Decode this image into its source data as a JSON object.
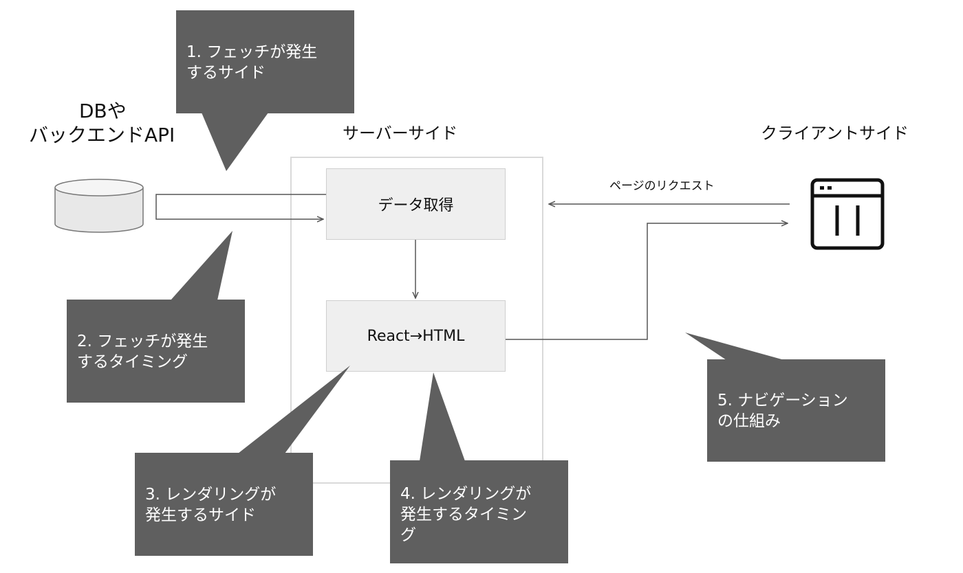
{
  "labels": {
    "db_line1": "DBや",
    "db_line2": "バックエンドAPI",
    "server_side": "サーバーサイド",
    "client_side": "クライアントサイド",
    "page_request": "ページのリクエスト"
  },
  "boxes": {
    "data_fetch": "データ取得",
    "react_html": "React→HTML"
  },
  "callouts": {
    "c1": "1. フェッチが発生\nするサイド",
    "c2": "2. フェッチが発生\nするタイミング",
    "c3": "3. レンダリングが\n発生するサイド",
    "c4": "4. レンダリングが\n発生するタイミン\nグ",
    "c5": "5. ナビゲーション\nの仕組み"
  },
  "colors": {
    "callout_fill": "#5f5f5f",
    "box_fill": "#efefef",
    "frame_stroke": "#d9d9d9",
    "arrow": "#555555"
  },
  "icons": {
    "database": "database-icon",
    "browser": "browser-window-icon"
  }
}
